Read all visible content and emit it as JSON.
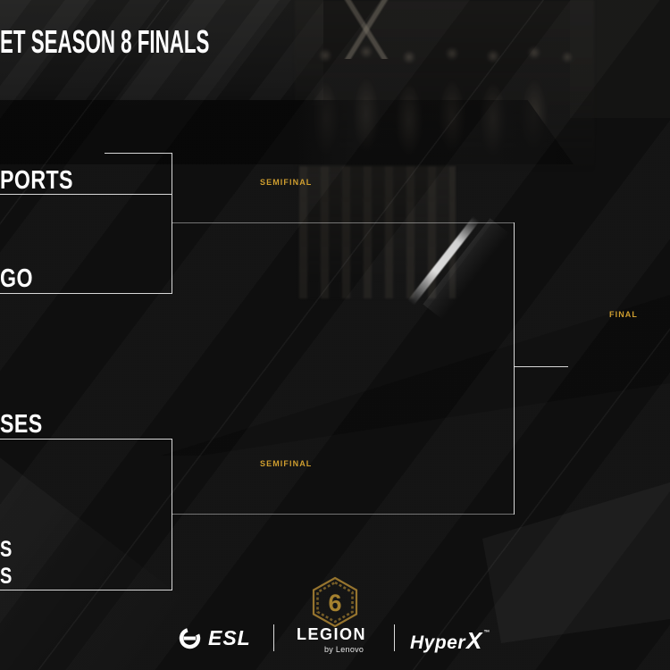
{
  "title": "ET SEASON 8 FINALS",
  "colors": {
    "accent_gold": "#cf9e2f",
    "bracket_line": "#ededed",
    "background": "#101010"
  },
  "bracket": {
    "labels": {
      "semifinal_top": "SEMIFINAL",
      "semifinal_bottom": "SEMIFINAL",
      "final": "FINAL"
    },
    "slots": [
      {
        "lines": [
          "PORTS"
        ]
      },
      {
        "lines": [
          "GO"
        ]
      },
      {
        "lines": [
          "SES"
        ]
      },
      {
        "lines": [
          "S",
          "S"
        ]
      }
    ]
  },
  "sponsors": {
    "r6_badge_number": "6",
    "esl_label": "ESL",
    "legion_label": "LEGION",
    "legion_sublabel": "by Lenovo",
    "hyperx_label_main": "Hyper",
    "hyperx_label_x": "X",
    "hyperx_trademark": "™"
  }
}
